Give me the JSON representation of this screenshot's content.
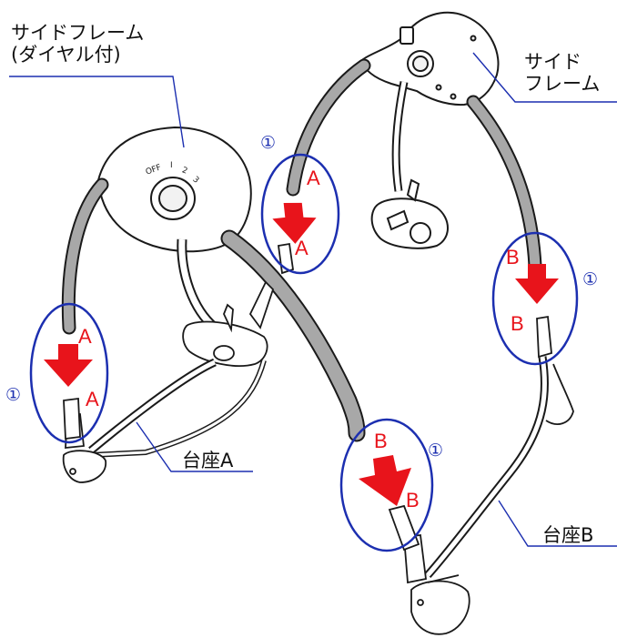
{
  "labels": {
    "side_frame_dial_line1": "サイドフレーム",
    "side_frame_dial_line2": "(ダイヤル付)",
    "side_frame_line1": "サイド",
    "side_frame_line2": "フレーム",
    "base_a": "台座A",
    "base_b": "台座B"
  },
  "markers": {
    "a": "A",
    "b": "B",
    "step": "①"
  },
  "dial": {
    "off": "OFF",
    "one": "I",
    "two": "2",
    "three": "3"
  },
  "colors": {
    "marker_text": "#e8141b",
    "arrow": "#e8141b",
    "ellipse": "#1c2fb0",
    "callout_line": "#1c2fb0",
    "tube": "#a8a8a8",
    "outline": "#1a1a1a"
  }
}
